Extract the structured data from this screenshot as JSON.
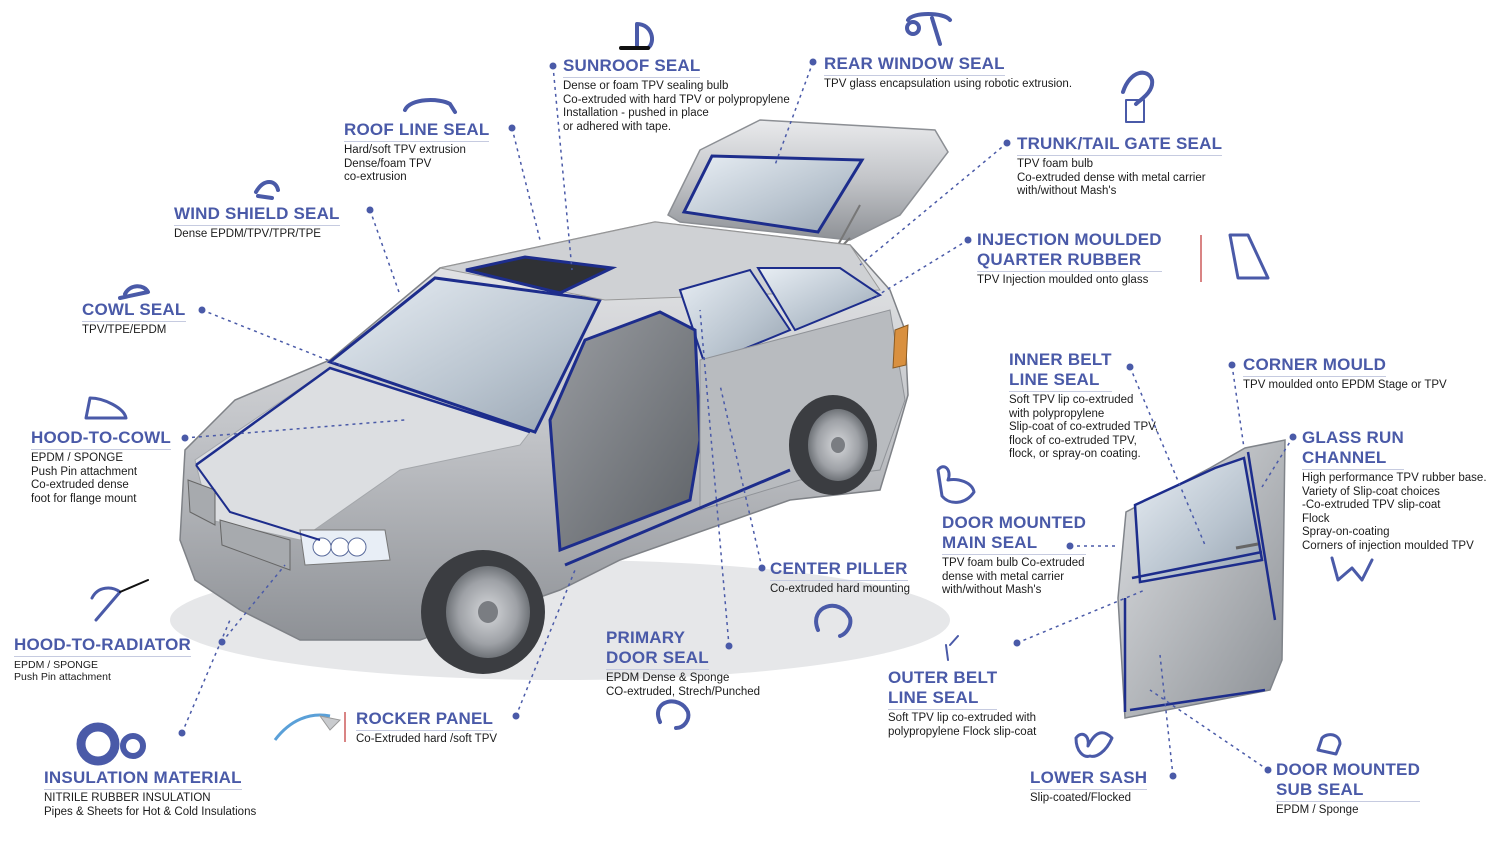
{
  "colors": {
    "heading": "#4a5aa8",
    "seal_line": "#1d2d8c",
    "leader": "#4a5aa8",
    "body": "#c4c6ca"
  },
  "labels": {
    "sunroof": {
      "title": [
        "SUNROOF SEAL"
      ],
      "desc": [
        "Dense or foam TPV sealing bulb",
        "Co-extruded with hard TPV or polypropylene",
        "Installation - pushed in place",
        "or adhered with tape."
      ]
    },
    "rear_window": {
      "title": [
        "REAR WINDOW SEAL"
      ],
      "desc": [
        "TPV glass encapsulation using robotic extrusion."
      ]
    },
    "roof_line": {
      "title": [
        "ROOF LINE SEAL"
      ],
      "desc": [
        "Hard/soft TPV extrusion",
        "Dense/foam TPV",
        "co-extrusion"
      ]
    },
    "trunk": {
      "title": [
        "TRUNK/TAIL GATE SEAL"
      ],
      "desc": [
        "TPV foam bulb",
        "Co-extruded dense with metal carrier",
        "with/without Mash's"
      ]
    },
    "wind_shield": {
      "title": [
        "WIND SHIELD SEAL"
      ],
      "desc": [
        "Dense EPDM/TPV/TPR/TPE"
      ]
    },
    "injection": {
      "title": [
        "INJECTION MOULDED",
        "QUARTER RUBBER"
      ],
      "desc": [
        "TPV Injection moulded onto glass"
      ]
    },
    "cowl": {
      "title": [
        "COWL SEAL"
      ],
      "desc": [
        "TPV/TPE/EPDM"
      ]
    },
    "inner_belt": {
      "title": [
        "INNER BELT",
        "LINE SEAL"
      ],
      "desc": [
        "Soft TPV  lip co-extruded",
        "with polypropylene",
        "Slip-coat of co-extruded TPV,",
        "flock of co-extruded TPV,",
        "flock, or spray-on coating."
      ]
    },
    "corner": {
      "title": [
        "CORNER MOULD"
      ],
      "desc": [
        "TPV moulded onto EPDM Stage or TPV"
      ]
    },
    "hood_cowl": {
      "title": [
        "HOOD-TO-COWL"
      ],
      "desc": [
        "EPDM / SPONGE",
        "Push Pin attachment",
        "Co-extruded dense",
        "foot for flange mount"
      ]
    },
    "glass_run": {
      "title": [
        "GLASS RUN",
        "CHANNEL"
      ],
      "desc": [
        "High performance TPV rubber base.",
        "Variety of Slip-coat choices",
        "-Co-extruded TPV slip-coat",
        "Flock",
        "Spray-on-coating",
        "Corners of injection moulded TPV"
      ]
    },
    "door_main": {
      "title": [
        "DOOR MOUNTED",
        "MAIN SEAL"
      ],
      "desc": [
        "TPV foam bulb Co-extruded",
        "dense with metal carrier",
        "with/without Mash's"
      ]
    },
    "center_piller": {
      "title": [
        "CENTER PILLER"
      ],
      "desc": [
        "Co-extruded hard mounting"
      ]
    },
    "hood_radiator": {
      "title": [
        "HOOD-TO-RADIATOR"
      ],
      "desc": [
        "EPDM / SPONGE",
        "Push Pin attachment"
      ]
    },
    "primary_door": {
      "title": [
        "PRIMARY",
        "DOOR SEAL"
      ],
      "desc": [
        "EPDM Dense & Sponge",
        "CO-extruded, Strech/Punched"
      ]
    },
    "outer_belt": {
      "title": [
        "OUTER BELT",
        "LINE SEAL"
      ],
      "desc": [
        "Soft TPV lip co-extruded with",
        "polypropylene Flock slip-coat"
      ]
    },
    "rocker": {
      "title": [
        "ROCKER PANEL"
      ],
      "desc": [
        "Co-Extruded hard /soft TPV"
      ]
    },
    "insulation": {
      "title": [
        "INSULATION MATERIAL"
      ],
      "desc": [
        "NITRILE RUBBER INSULATION",
        "Pipes & Sheets for Hot & Cold Insulations"
      ]
    },
    "lower_sash": {
      "title": [
        "LOWER SASH"
      ],
      "desc": [
        "Slip-coated/Flocked"
      ]
    },
    "door_sub": {
      "title": [
        "DOOR MOUNTED",
        "SUB SEAL"
      ],
      "desc": [
        "EPDM / Sponge"
      ]
    }
  },
  "icons": [
    "sunroof-profile-icon",
    "rear-window-profile-icon",
    "roof-line-profile-icon",
    "trunk-profile-icon",
    "wind-shield-profile-icon",
    "quarter-rubber-profile-icon",
    "cowl-profile-icon",
    "hood-to-cowl-profile-icon",
    "door-main-seal-profile-icon",
    "glass-run-profile-icon",
    "center-piller-profile-icon",
    "hood-to-radiator-profile-icon",
    "primary-door-profile-icon",
    "rocker-profile-icon",
    "insulation-rings-icon",
    "lower-sash-profile-icon",
    "door-sub-seal-profile-icon",
    "outer-belt-profile-icon"
  ]
}
